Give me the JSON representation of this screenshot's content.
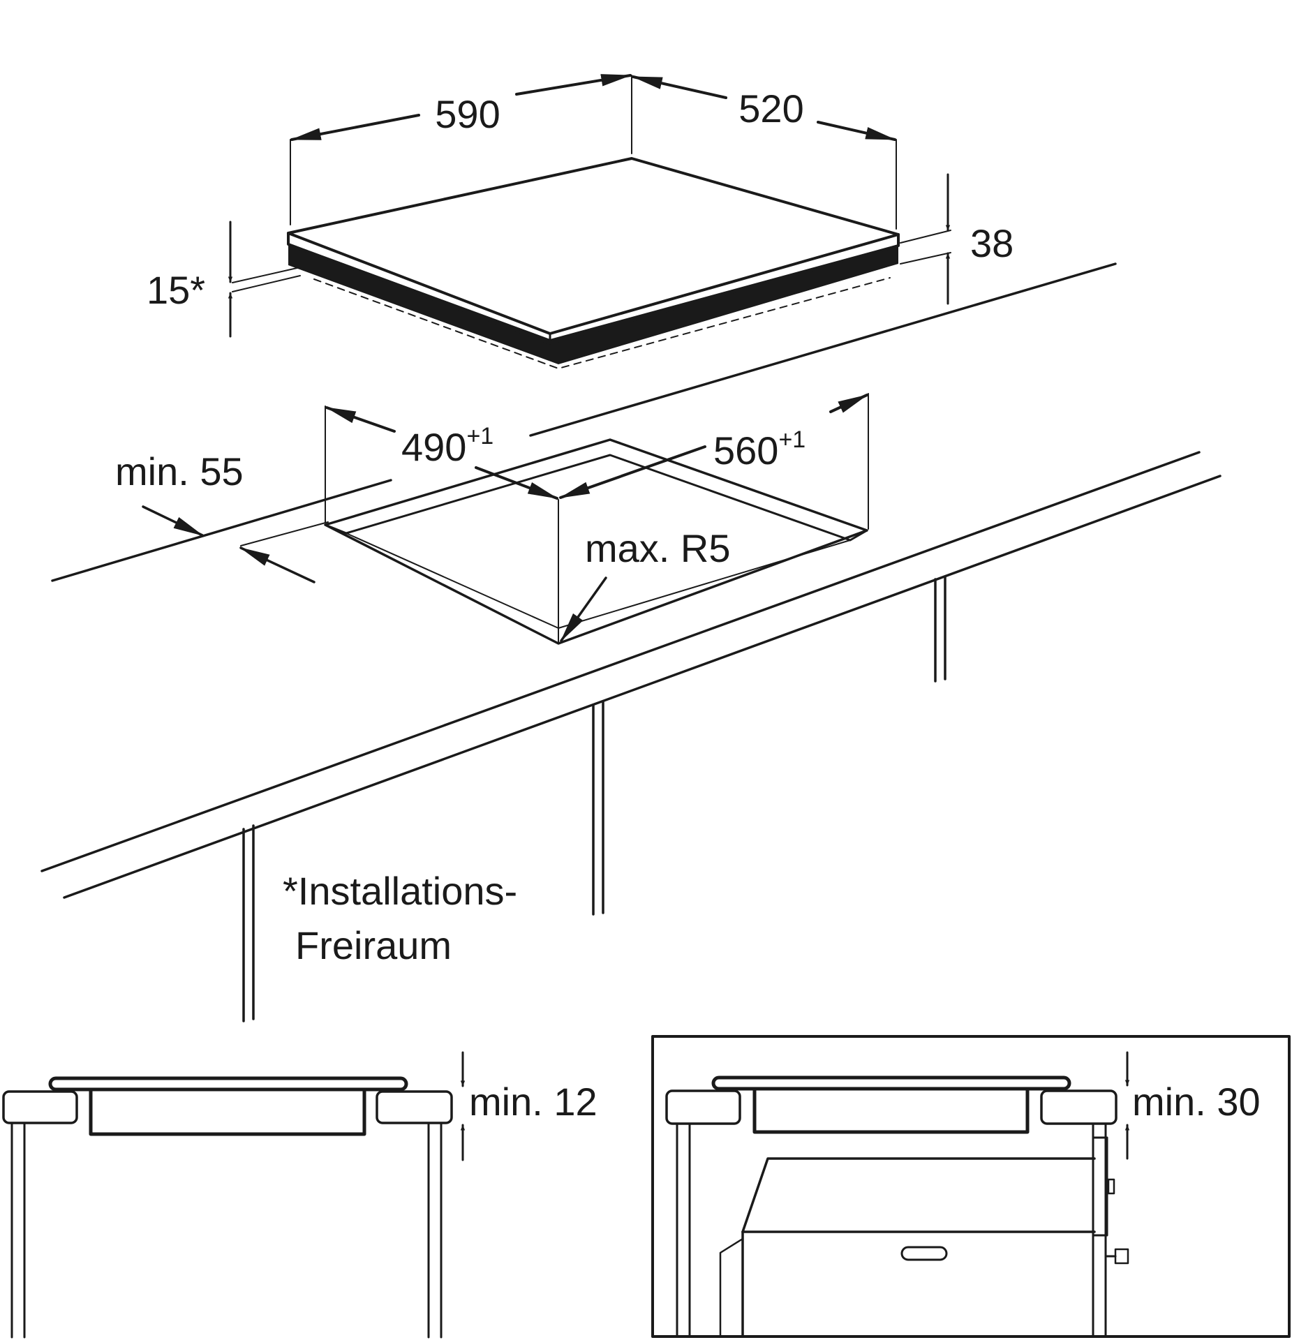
{
  "colors": {
    "ink": "#1a1a1a",
    "paper": "#ffffff"
  },
  "hob": {
    "width": "590",
    "depth": "520",
    "height": "38",
    "installation_gap": "15*"
  },
  "cutout": {
    "depth_main": "490",
    "depth_tolerance": "+1",
    "width_main": "560",
    "width_tolerance": "+1",
    "edge_distance": "min. 55",
    "corner_radius": "max. R5"
  },
  "footnote": {
    "line1": "*Installations-",
    "line2": "Freiraum"
  },
  "section_left": {
    "clearance": "min. 12"
  },
  "section_right": {
    "clearance": "min. 30"
  }
}
